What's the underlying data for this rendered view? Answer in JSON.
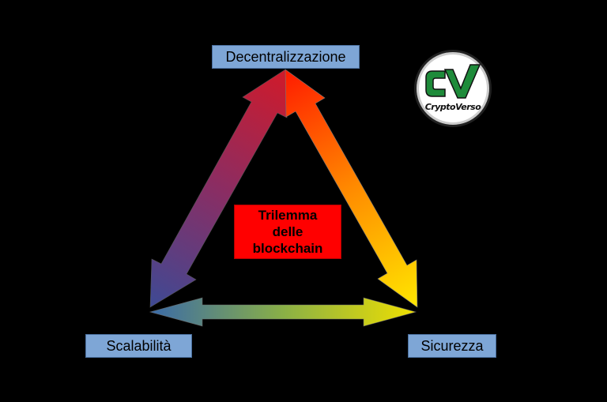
{
  "nodes": {
    "top": "Decentralizzazione",
    "left": "Scalabilità",
    "right": "Sicurezza"
  },
  "center": {
    "line1": "Trilemma",
    "line2": "delle",
    "line3": "blockchain"
  },
  "logo": {
    "text": "CryptoVerso",
    "initials": "CV"
  },
  "colors": {
    "background": "#000000",
    "label_box": "#7ea6d6",
    "center_box": "#ff0000",
    "logo_green": "#1e8b3a"
  },
  "icons": [
    "double-arrow-left-edge",
    "double-arrow-right-edge",
    "double-arrow-bottom-edge",
    "cryptoverso-logo"
  ]
}
